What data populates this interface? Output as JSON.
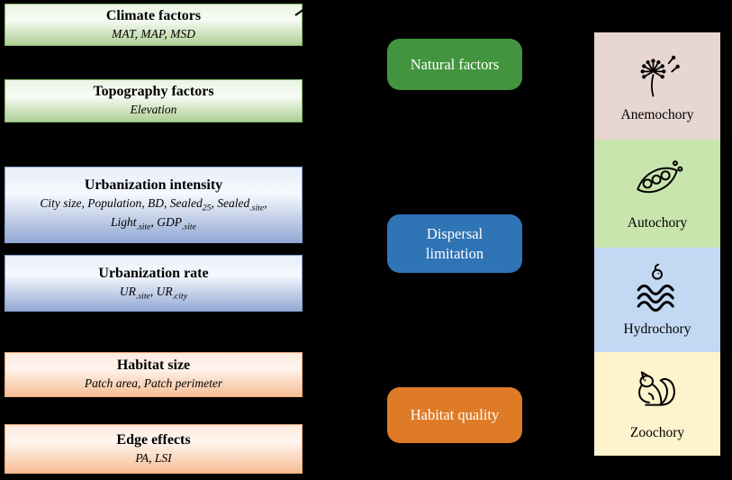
{
  "background_color": "#000000",
  "left_boxes": [
    {
      "title": "Climate factors",
      "theme": "green",
      "lines": [
        [
          {
            "t": "MAT, MAP, MSD"
          }
        ]
      ]
    },
    {
      "title": "Topography factors",
      "theme": "green",
      "lines": [
        [
          {
            "t": "Elevation"
          }
        ]
      ]
    },
    {
      "title": "Urbanization intensity",
      "theme": "blue",
      "lines": [
        [
          {
            "t": "City size, Population, BD, Sealed"
          },
          {
            "t": "25",
            "sub": true
          },
          {
            "t": ", Sealed"
          },
          {
            "t": ".site",
            "sub": true
          },
          {
            "t": ","
          }
        ],
        [
          {
            "t": "Light"
          },
          {
            "t": ".site",
            "sub": true
          },
          {
            "t": ", GDP"
          },
          {
            "t": ".site",
            "sub": true
          }
        ]
      ]
    },
    {
      "title": "Urbanization rate",
      "theme": "blue",
      "lines": [
        [
          {
            "t": "UR"
          },
          {
            "t": ".site",
            "sub": true
          },
          {
            "t": ", UR"
          },
          {
            "t": ".city",
            "sub": true
          }
        ]
      ]
    },
    {
      "title": "Habitat size",
      "theme": "orange",
      "lines": [
        [
          {
            "t": "Patch area, Patch perimeter"
          }
        ]
      ]
    },
    {
      "title": "Edge effects",
      "theme": "orange",
      "lines": [
        [
          {
            "t": "PA, LSI"
          }
        ]
      ]
    }
  ],
  "mid_boxes": [
    {
      "label": "Natural factors",
      "color": "#42953e"
    },
    {
      "label": "Dispersal limitation",
      "color": "#2f74b5"
    },
    {
      "label": "Habitat quality",
      "color": "#df7b27"
    }
  ],
  "dispersal_panels": [
    {
      "label": "Anemochory",
      "icon": "dandelion-icon",
      "bg": "#e7d6d1"
    },
    {
      "label": "Autochory",
      "icon": "seed-pod-icon",
      "bg": "#c8e5ad"
    },
    {
      "label": "Hydrochory",
      "icon": "water-waves-icon",
      "bg": "#c3d8f2"
    },
    {
      "label": "Zoochory",
      "icon": "squirrel-icon",
      "bg": "#fdf3cd"
    }
  ]
}
